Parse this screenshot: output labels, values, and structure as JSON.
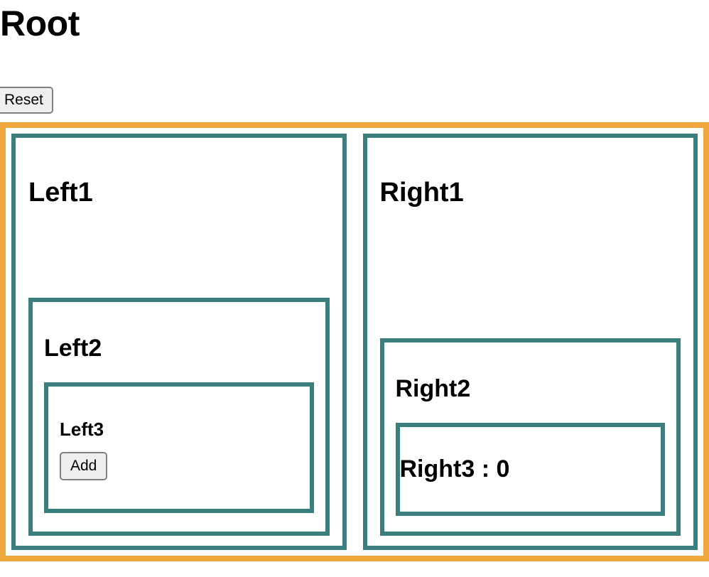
{
  "page": {
    "title": "Root",
    "colors": {
      "root_border": "#efa83d",
      "node_border": "#3a7f7e",
      "button_background": "#efefef",
      "button_border": "#808080",
      "text": "#000000",
      "background": "#ffffff"
    }
  },
  "toolbar": {
    "reset_label": "Reset"
  },
  "tree": {
    "left": {
      "level1_label": "Left1",
      "level2_label": "Left2",
      "level3_label": "Left3",
      "add_label": "Add"
    },
    "right": {
      "level1_label": "Right1",
      "level2_label": "Right2",
      "level3_label": "Right3 : 0",
      "counter_value": 0
    }
  }
}
